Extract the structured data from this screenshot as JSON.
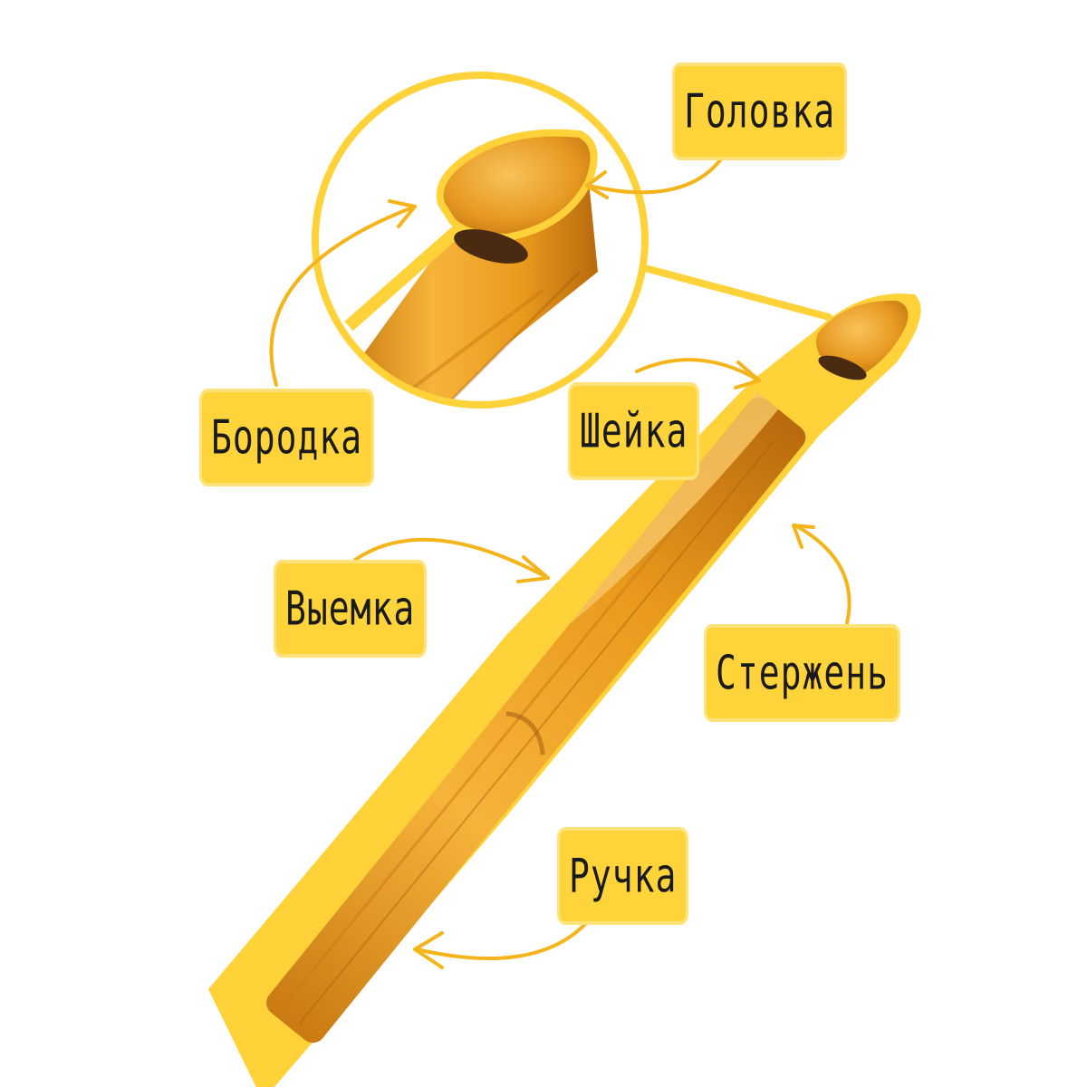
{
  "colors": {
    "accent": "#ffd43a",
    "arrow": "#f5b51a",
    "wood_light": "#f6b43a",
    "wood_mid": "#e99a1c",
    "wood_dark": "#b86a0e",
    "outline": "#ffd23a"
  },
  "labels": {
    "head": "Головка",
    "throat": "Бородка",
    "neck": "Шейка",
    "groove": "Выемка",
    "shaft": "Стержень",
    "handle": "Ручка"
  }
}
